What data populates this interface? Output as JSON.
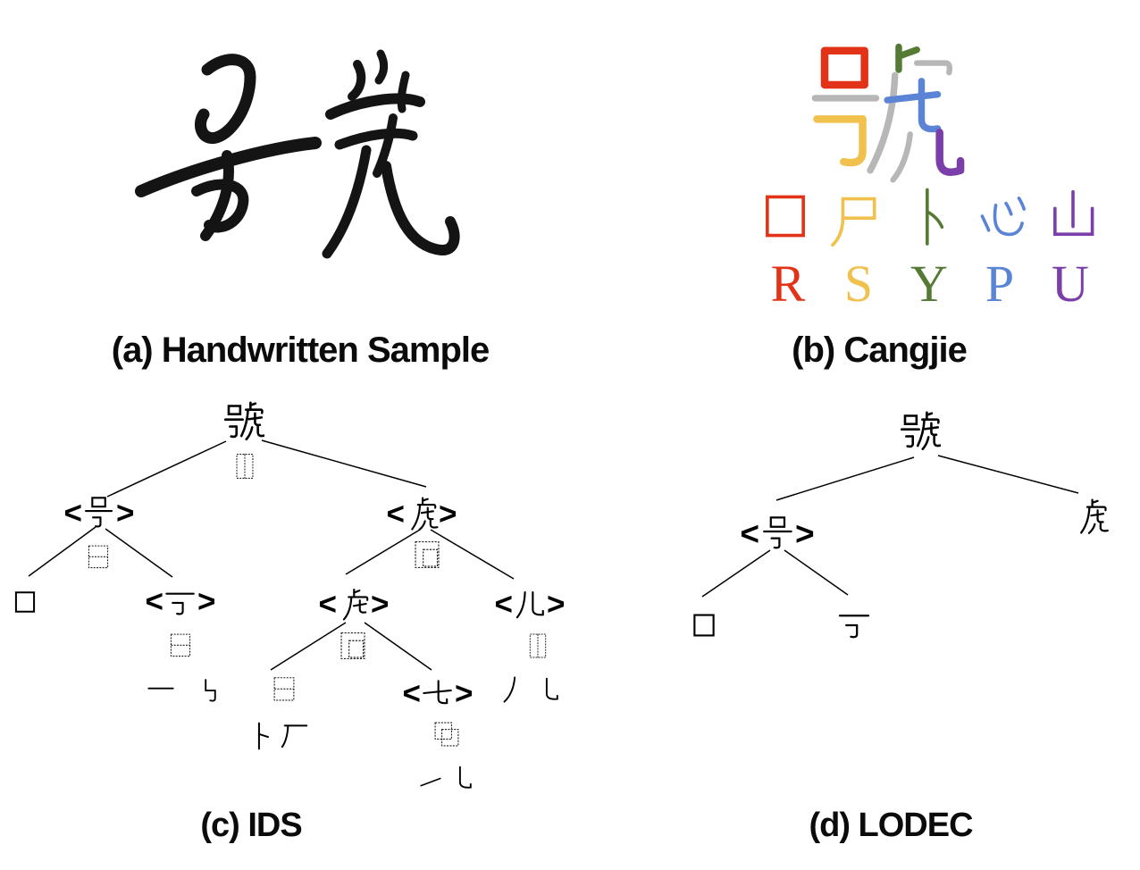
{
  "figure": {
    "character": "號",
    "panels": {
      "a": {
        "caption": "(a) Handwritten Sample",
        "character": "號",
        "style": "handwritten cursive ink sample"
      },
      "b": {
        "caption": "(b) Cangjie",
        "character": "號",
        "uncoded_color": "#b7b7b7",
        "decomposition": [
          {
            "component": "口",
            "code": "R",
            "color": "#e23318"
          },
          {
            "component": "尸",
            "code": "S",
            "color": "#f0c14c"
          },
          {
            "component": "卜",
            "code": "Y",
            "color": "#547a33"
          },
          {
            "component": "心",
            "code": "P",
            "color": "#5b84d6"
          },
          {
            "component": "山",
            "code": "U",
            "color": "#7a3fa8"
          }
        ]
      },
      "c": {
        "caption": "(c) IDS",
        "tree": {
          "label": "號",
          "idc": "⿰",
          "children": [
            {
              "label": "<号>",
              "idc": "⿱",
              "children": [
                {
                  "label": "口"
                },
                {
                  "label": "<丂>",
                  "idc": "⿱",
                  "children": [
                    {
                      "label": "一"
                    },
                    {
                      "label": "𠃑"
                    }
                  ]
                }
              ]
            },
            {
              "label": "<虎>",
              "idc": "⿸",
              "children": [
                {
                  "label": "<虍>",
                  "idc": "⿸",
                  "children": [
                    {
                      "label": "⿱",
                      "children": [
                        {
                          "label": "⺊"
                        },
                        {
                          "label": "厂"
                        }
                      ]
                    },
                    {
                      "label": "<七>",
                      "idc": "⿻",
                      "children": [
                        {
                          "label": "㇀"
                        },
                        {
                          "label": "乚"
                        }
                      ]
                    }
                  ]
                },
                {
                  "label": "<儿>",
                  "idc": "⿰",
                  "children": [
                    {
                      "label": "丿"
                    },
                    {
                      "label": "乚"
                    }
                  ]
                }
              ]
            }
          ]
        }
      },
      "d": {
        "caption": "(d) LODEC",
        "tree": {
          "label": "號",
          "children": [
            {
              "label": "<号>",
              "children": [
                {
                  "label": "口"
                },
                {
                  "label": "丂"
                }
              ]
            },
            {
              "label": "虎"
            }
          ]
        }
      }
    }
  }
}
